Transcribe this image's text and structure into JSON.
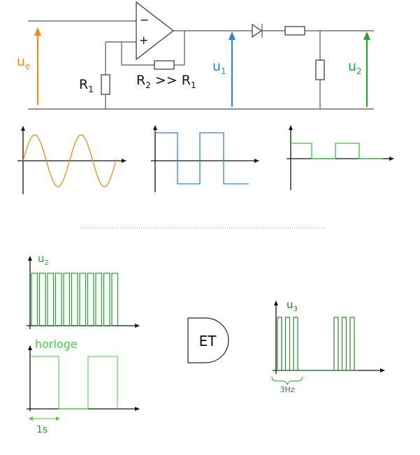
{
  "colors": {
    "ue": "#f08a1c",
    "u1": "#2b86d6",
    "u2": "#22a32a",
    "u2_light": "#3bbf3b",
    "clock": "#3ad53a",
    "u3": "#2d8a2d",
    "u3_label": "#1e7a1e",
    "wire": "#555555"
  },
  "circuit": {
    "ue_label": {
      "main": "u",
      "sub": "e"
    },
    "u1_label": {
      "main": "u",
      "sub": "1"
    },
    "u2_label": {
      "main": "u",
      "sub": "2"
    },
    "r1_label": {
      "main": "R",
      "sub": "1"
    },
    "r2_label": {
      "main": "R",
      "sub": "2",
      "rest": " >> R",
      "sub2": "1"
    },
    "opamp_minus": "−",
    "opamp_plus": "+"
  },
  "signals": {
    "ue": {
      "shape": "sine",
      "periods": 2
    },
    "u1": {
      "shape": "square",
      "periods": 2
    },
    "u2": {
      "shape": "half-wave pulses",
      "periods": 2
    }
  },
  "clock_diagram": {
    "u2_label": {
      "main": "u",
      "sub": "2"
    },
    "horloge_label": "horloge",
    "period_label": "1s",
    "gate_label": "ET",
    "u3_label": {
      "main": "u",
      "sub": "3"
    },
    "freq_label": "3Hz",
    "u2_pulses": 11,
    "u3_pulses_per_burst": 3,
    "u3_bursts": 2
  }
}
